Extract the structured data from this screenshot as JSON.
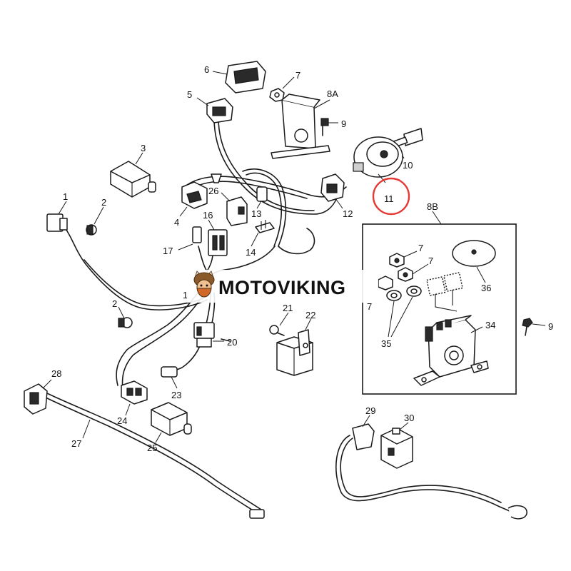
{
  "diagram": {
    "callouts": {
      "c1": "1",
      "c2a": "2",
      "c2b": "2",
      "c3": "3",
      "c4": "4",
      "c5": "5",
      "c6": "6",
      "c7a": "7",
      "c7b": "7",
      "c7c": "7",
      "c7d": "7",
      "c8a": "8A",
      "c8b": "8B",
      "c9a": "9",
      "c9b": "9",
      "c10": "10",
      "c11": "11",
      "c12": "12",
      "c13": "13",
      "c14": "14",
      "c16": "16",
      "c17": "17",
      "c1x": "1",
      "c20": "20",
      "c21": "21",
      "c22": "22",
      "c23": "23",
      "c24": "24",
      "c25": "25",
      "c26": "26",
      "c27": "27",
      "c28": "28",
      "c29": "29",
      "c30": "30",
      "c34": "34",
      "c35": "35",
      "c36": "36"
    },
    "highlight_color": "#e53935",
    "watermark": {
      "text": "MOTOVIKING",
      "logo": "viking-mascot-icon"
    }
  }
}
